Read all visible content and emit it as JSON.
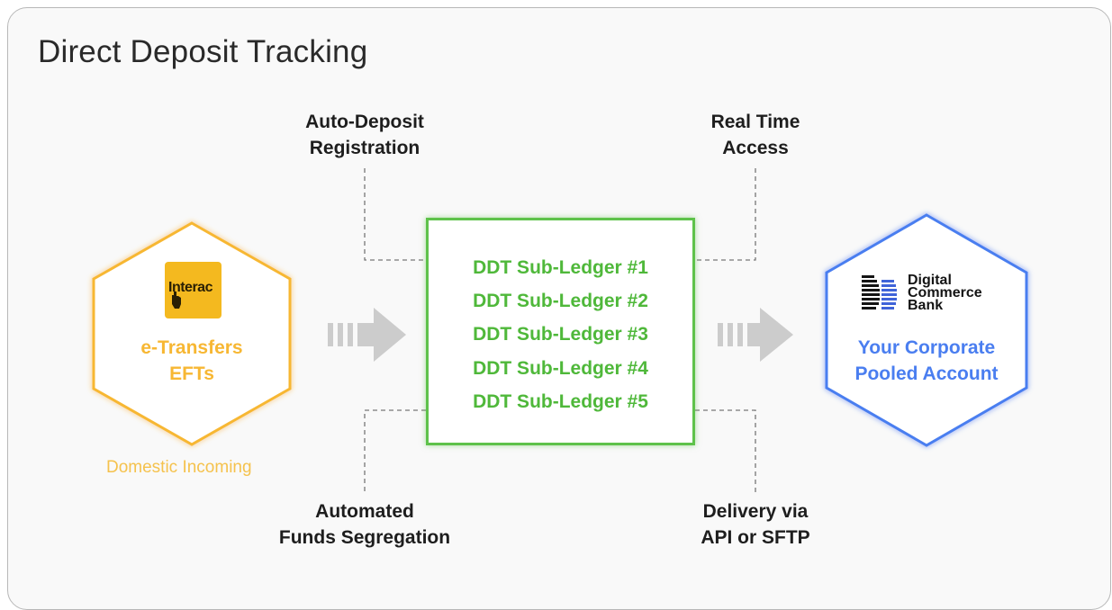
{
  "title": "Direct Deposit Tracking",
  "features": {
    "top_left": [
      "Auto-Deposit",
      "Registration"
    ],
    "top_right": [
      "Real Time",
      "Access"
    ],
    "bottom_left": [
      "Automated",
      "Funds Segregation"
    ],
    "bottom_right": [
      "Delivery via",
      "API or SFTP"
    ]
  },
  "source": {
    "logo_text": "Interac",
    "lines": [
      "e-Transfers",
      "EFTs"
    ],
    "caption": "Domestic Incoming"
  },
  "ledgers": [
    "DDT Sub-Ledger #1",
    "DDT Sub-Ledger #2",
    "DDT Sub-Ledger #3",
    "DDT Sub-Ledger #4",
    "DDT Sub-Ledger #5"
  ],
  "destination": {
    "bank_name": [
      "Digital",
      "Commerce",
      "Bank"
    ],
    "lines": [
      "Your Corporate",
      "Pooled Account"
    ]
  },
  "colors": {
    "source": "#f7b733",
    "ledger": "#4fb83a",
    "destination": "#4a7ef0",
    "arrow": "#cccccc",
    "connector": "#777777"
  }
}
